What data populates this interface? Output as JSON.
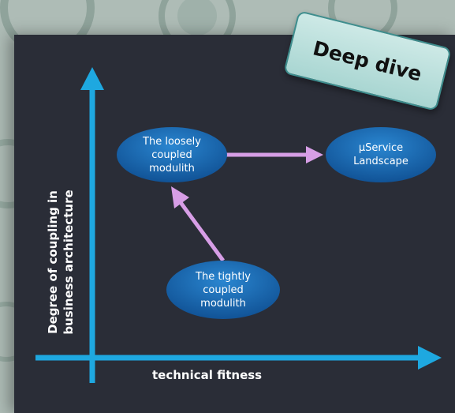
{
  "badge": {
    "label": "Deep dive"
  },
  "axes": {
    "y_label_line1": "Degree of coupling in",
    "y_label_line2": "business architecture",
    "x_label": "technical fitness"
  },
  "nodes": {
    "loosely": {
      "line1": "The loosely",
      "line2": "coupled",
      "line3": "modulith"
    },
    "microservice": {
      "line1": "µService",
      "line2": "Landscape"
    },
    "tightly": {
      "line1": "The tightly",
      "line2": "coupled",
      "line3": "modulith"
    }
  },
  "colors": {
    "axis": "#1ea8e0",
    "node_fill": "#1566b0",
    "connector": "#d79ee6",
    "panel": "#2a2d37",
    "badge_border": "#3e8e8e"
  }
}
